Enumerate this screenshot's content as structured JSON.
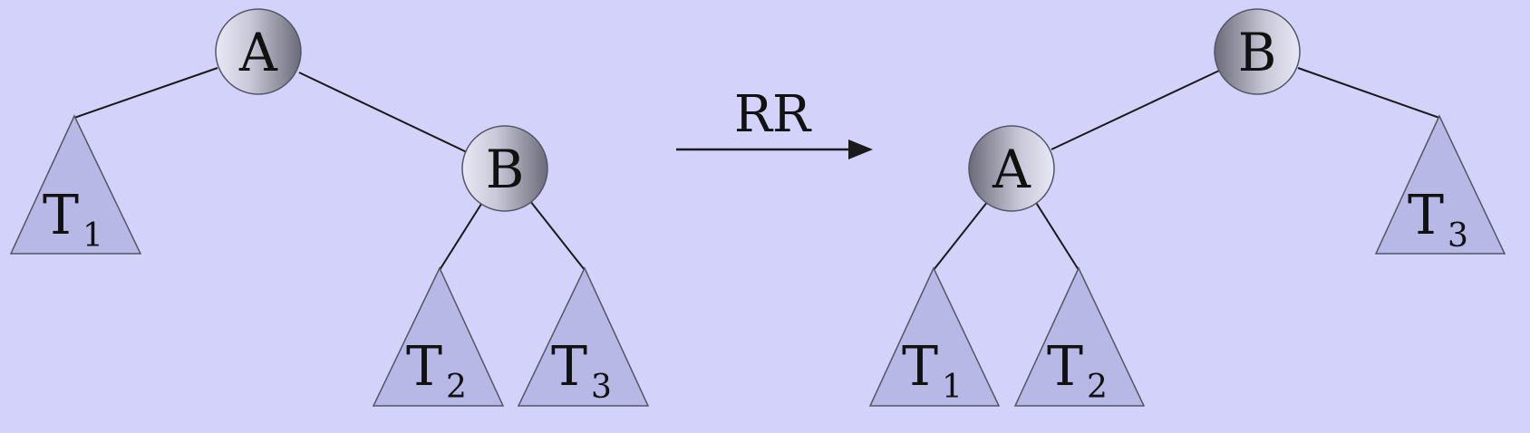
{
  "rotation": {
    "label": "RR"
  },
  "before": {
    "root": {
      "label": "A"
    },
    "child": {
      "label": "B"
    },
    "subtrees": [
      {
        "main": "T",
        "sub": "1"
      },
      {
        "main": "T",
        "sub": "2"
      },
      {
        "main": "T",
        "sub": "3"
      }
    ]
  },
  "after": {
    "root": {
      "label": "B"
    },
    "child": {
      "label": "A"
    },
    "subtrees": [
      {
        "main": "T",
        "sub": "1"
      },
      {
        "main": "T",
        "sub": "2"
      },
      {
        "main": "T",
        "sub": "3"
      }
    ]
  },
  "colors": {
    "background": "#d2d2fa",
    "subtree_fill": "#b8b8e6",
    "node_light": "#e6e6f5",
    "node_dark": "#6a6a78"
  }
}
